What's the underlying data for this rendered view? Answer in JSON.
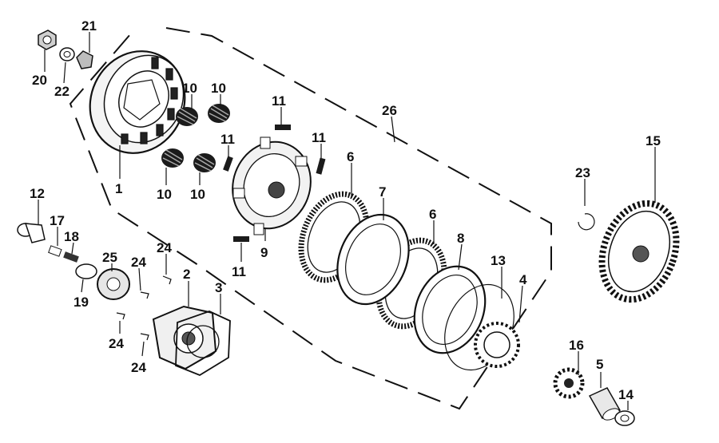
{
  "diagram": {
    "callouts": [
      {
        "id": "c1",
        "text": "1"
      },
      {
        "id": "c2",
        "text": "2"
      },
      {
        "id": "c3",
        "text": "3"
      },
      {
        "id": "c4",
        "text": "4"
      },
      {
        "id": "c5",
        "text": "5"
      },
      {
        "id": "c6a",
        "text": "6"
      },
      {
        "id": "c6b",
        "text": "6"
      },
      {
        "id": "c7",
        "text": "7"
      },
      {
        "id": "c8",
        "text": "8"
      },
      {
        "id": "c9",
        "text": "9"
      },
      {
        "id": "c10a",
        "text": "10"
      },
      {
        "id": "c10b",
        "text": "10"
      },
      {
        "id": "c10c",
        "text": "10"
      },
      {
        "id": "c10d",
        "text": "10"
      },
      {
        "id": "c11a",
        "text": "11"
      },
      {
        "id": "c11b",
        "text": "11"
      },
      {
        "id": "c11c",
        "text": "11"
      },
      {
        "id": "c11d",
        "text": "11"
      },
      {
        "id": "c12",
        "text": "12"
      },
      {
        "id": "c13",
        "text": "13"
      },
      {
        "id": "c14",
        "text": "14"
      },
      {
        "id": "c15",
        "text": "15"
      },
      {
        "id": "c16",
        "text": "16"
      },
      {
        "id": "c17",
        "text": "17"
      },
      {
        "id": "c18",
        "text": "18"
      },
      {
        "id": "c19",
        "text": "19"
      },
      {
        "id": "c20",
        "text": "20"
      },
      {
        "id": "c21",
        "text": "21"
      },
      {
        "id": "c22",
        "text": "22"
      },
      {
        "id": "c23",
        "text": "23"
      },
      {
        "id": "c24a",
        "text": "24"
      },
      {
        "id": "c24b",
        "text": "24"
      },
      {
        "id": "c24c",
        "text": "24"
      },
      {
        "id": "c24d",
        "text": "24"
      },
      {
        "id": "c25",
        "text": "25"
      },
      {
        "id": "c26",
        "text": "26"
      }
    ]
  }
}
